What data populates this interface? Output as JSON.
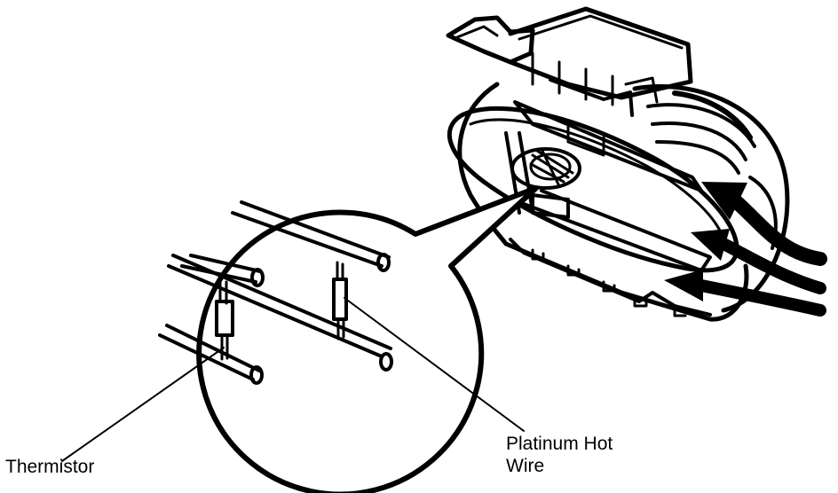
{
  "labels": {
    "thermistor": "Thermistor",
    "hot_wire_line1": "Platinum Hot",
    "hot_wire_line2": "Wire"
  },
  "colors": {
    "ink": "#000000",
    "paper": "#ffffff"
  }
}
